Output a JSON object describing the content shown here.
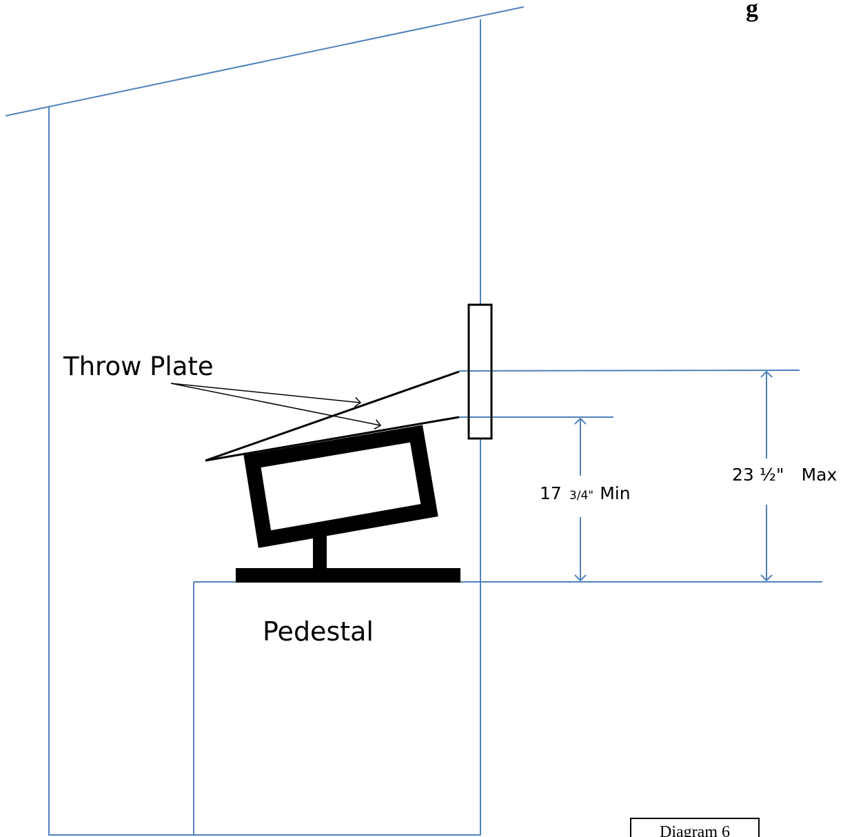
{
  "labels": {
    "throw_plate": "Throw Plate",
    "pedestal": "Pedestal",
    "min_whole": "17",
    "min_fraction": "3/4\"",
    "min_suffix": "Min",
    "max_text": "23 ½\"",
    "max_suffix": "Max",
    "corner_fragment": "g",
    "diagram_caption": "Diagram 6"
  },
  "colors": {
    "building_lines": "#4f81bd",
    "drawing": "#000000"
  }
}
